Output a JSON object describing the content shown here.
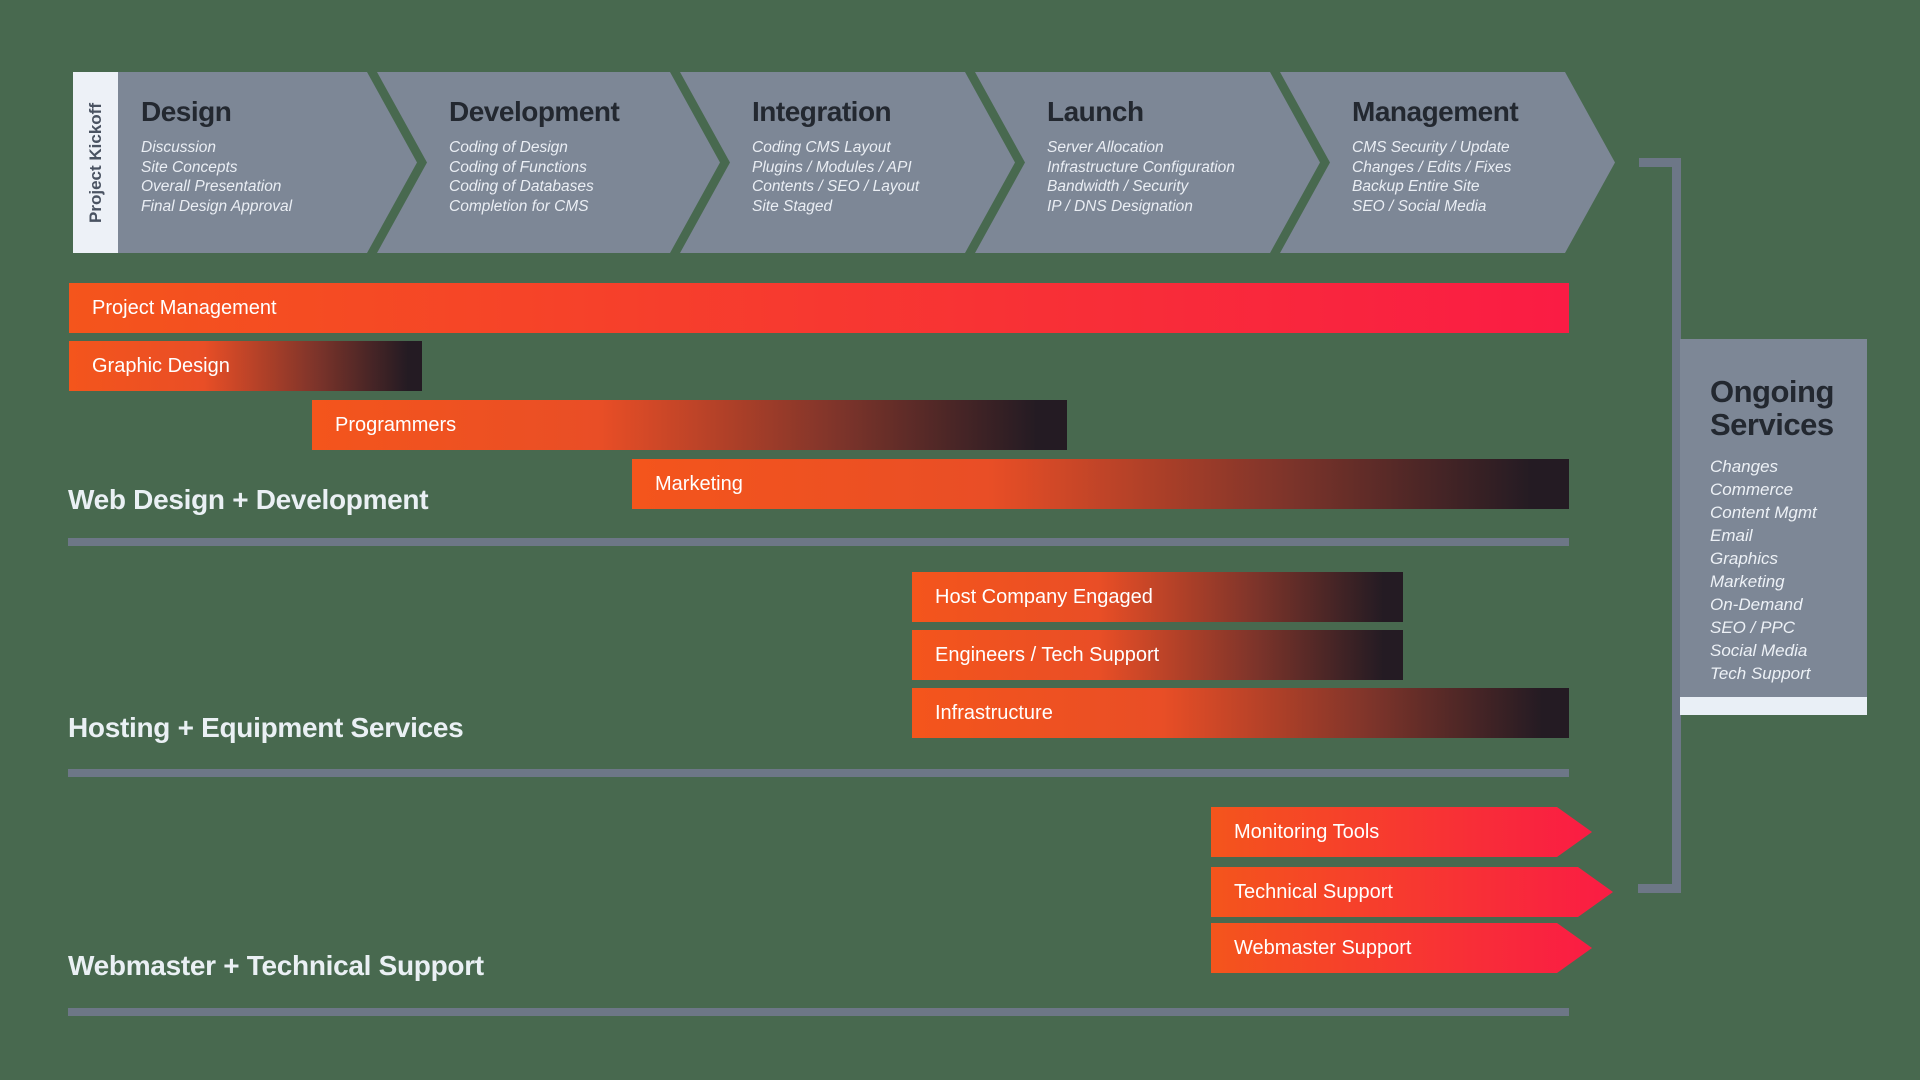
{
  "kickoff_label": "Project Kickoff",
  "phases": [
    {
      "title": "Design",
      "items": [
        "Discussion",
        "Site Concepts",
        "Overall Presentation",
        "Final Design Approval"
      ]
    },
    {
      "title": "Development",
      "items": [
        "Coding of Design",
        "Coding of Functions",
        "Coding of Databases",
        "Completion for CMS"
      ]
    },
    {
      "title": "Integration",
      "items": [
        "Coding CMS Layout",
        "Plugins / Modules / API",
        "Contents / SEO / Layout",
        "Site Staged"
      ]
    },
    {
      "title": "Launch",
      "items": [
        "Server Allocation",
        "Infrastructure Configuration",
        "Bandwidth / Security",
        "IP / DNS Designation"
      ]
    },
    {
      "title": "Management",
      "items": [
        "CMS Security / Update",
        "Changes / Edits / Fixes",
        "Backup Entire Site",
        "SEO / Social Media"
      ]
    }
  ],
  "sections": [
    {
      "label": "Web Design + Development",
      "bars": [
        {
          "label": "Project Management"
        },
        {
          "label": "Graphic Design"
        },
        {
          "label": "Programmers"
        },
        {
          "label": "Marketing"
        }
      ]
    },
    {
      "label": "Hosting + Equipment Services",
      "bars": [
        {
          "label": "Host Company Engaged"
        },
        {
          "label": "Engineers / Tech Support"
        },
        {
          "label": "Infrastructure"
        }
      ]
    },
    {
      "label": "Webmaster + Technical Support",
      "bars": [
        {
          "label": "Monitoring Tools"
        },
        {
          "label": "Technical Support"
        },
        {
          "label": "Webmaster Support"
        }
      ]
    }
  ],
  "ongoing": {
    "title_line1": "Ongoing",
    "title_line2": "Services",
    "items": [
      "Changes",
      "Commerce",
      "Content Mgmt",
      "Email",
      "Graphics",
      "Marketing",
      "On-Demand",
      "SEO / PPC",
      "Social Media",
      "Tech Support"
    ]
  },
  "colors": {
    "background": "#48694f",
    "chevron_gray": "#7d8796",
    "kickoff_strip": "#edf1f7",
    "bar_orange": "#f4551c",
    "bar_red_end": "#fa1c44",
    "bar_dark_end": "#241b23",
    "divider_gray": "#6d7787",
    "panel_strip": "#e9eff6",
    "title_dark": "#232830",
    "text_light": "#eaf0f4"
  }
}
